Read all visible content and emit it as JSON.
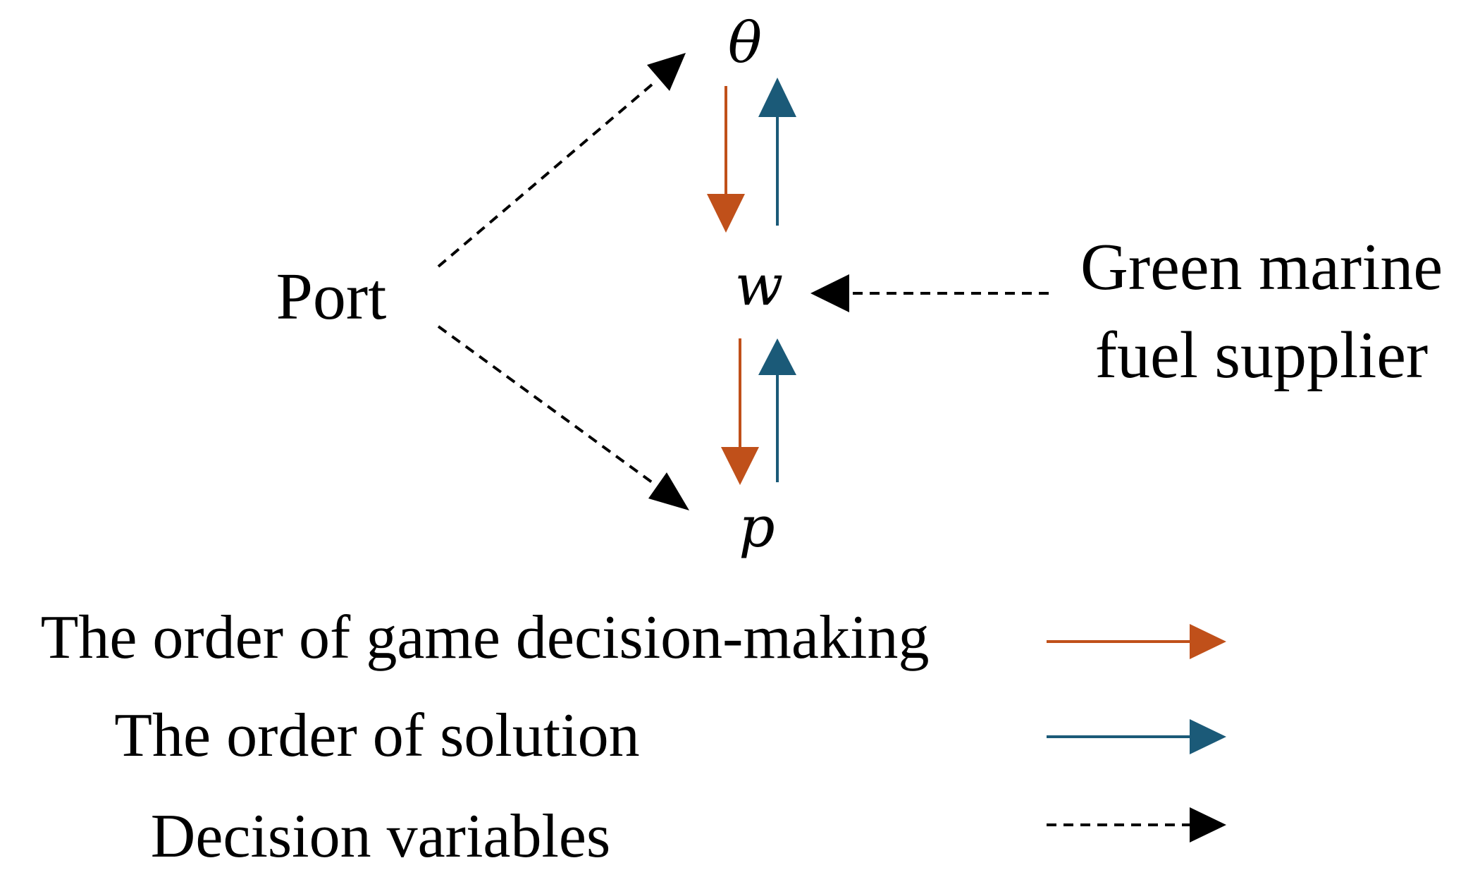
{
  "nodes": {
    "theta": "θ",
    "w": "w",
    "p": "p",
    "port": "Port",
    "supplier_line1": "Green marine",
    "supplier_line2": "fuel supplier"
  },
  "legend": {
    "decision_order": "The order of game decision-making",
    "solution_order": "The order of solution",
    "decision_variables": "Decision variables"
  },
  "colors": {
    "decision_order": "#c0501a",
    "solution_order": "#1b5a78",
    "decision_variables": "#000000"
  }
}
